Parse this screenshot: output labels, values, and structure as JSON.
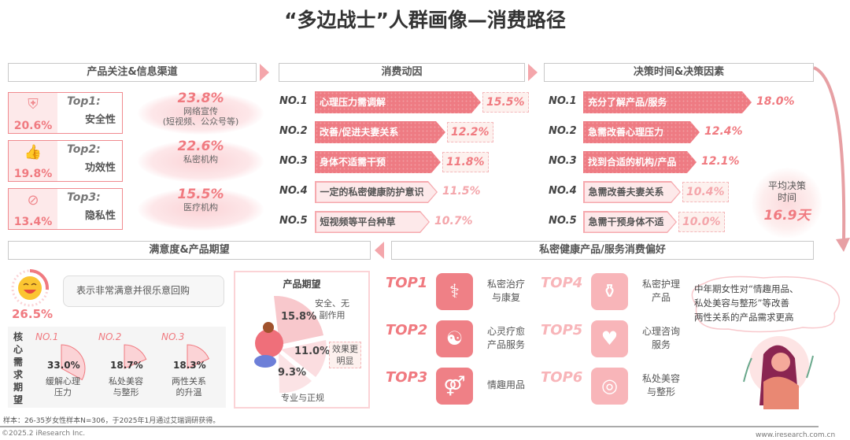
{
  "title": "“多边战士”人群画像—消费路径",
  "sections": {
    "focus": "产品关注&信息渠道",
    "motive": "消费动因",
    "decision": "决策时间&决策因素",
    "satisfaction": "满意度&产品期望",
    "preference": "私密健康产品/服务消费偏好"
  },
  "focus": [
    {
      "rank": "Top1:",
      "name": "安全性",
      "pct": "20.6%",
      "icon": "shield-icon",
      "channel_pct": "23.8%",
      "channel": "网络宣传",
      "channel_note": "(短视频、公众号等)"
    },
    {
      "rank": "Top2:",
      "name": "功效性",
      "pct": "19.8%",
      "icon": "thumbs-up-icon",
      "channel_pct": "22.6%",
      "channel": "私密机构"
    },
    {
      "rank": "Top3:",
      "name": "隐私性",
      "pct": "13.4%",
      "icon": "eye-slash-icon",
      "channel_pct": "15.5%",
      "channel": "医疗机构"
    }
  ],
  "motives": [
    {
      "no": "NO.1",
      "label": "心理压力需调解",
      "value": "15.5%"
    },
    {
      "no": "NO.2",
      "label": "改善/促进夫妻关系",
      "value": "12.2%"
    },
    {
      "no": "NO.3",
      "label": "身体不适需干预",
      "value": "11.8%"
    },
    {
      "no": "NO.4",
      "label": "一定的私密健康防护意识",
      "value": "11.5%"
    },
    {
      "no": "NO.5",
      "label": "短视频等平台种草",
      "value": "10.7%"
    }
  ],
  "decisions": [
    {
      "no": "NO.1",
      "label": "充分了解产品/服务",
      "value": "18.0%"
    },
    {
      "no": "NO.2",
      "label": "急需改善心理压力",
      "value": "12.4%"
    },
    {
      "no": "NO.3",
      "label": "找到合适的机构/产品",
      "value": "12.1%"
    },
    {
      "no": "NO.4",
      "label": "急需改善夫妻关系",
      "value": "10.4%"
    },
    {
      "no": "NO.5",
      "label": "急需干预身体不适",
      "value": "10.0%"
    }
  ],
  "avg_decision": {
    "label1": "平均决策",
    "label2": "时间",
    "value": "16.9天"
  },
  "satisfaction": {
    "pct": "26.5%",
    "fraction": 0.265,
    "bubble": "表示非常满意并很乐意回购"
  },
  "core_needs": {
    "title": [
      "核",
      "心",
      "需",
      "求",
      "期",
      "望"
    ],
    "items": [
      {
        "no": "NO.1",
        "value": "33.0%",
        "l1": "缓解心理",
        "l2": "压力"
      },
      {
        "no": "NO.2",
        "value": "18.7%",
        "l1": "私处美容",
        "l2": "与整形"
      },
      {
        "no": "NO.3",
        "value": "18.3%",
        "l1": "两性关系",
        "l2": "的升温"
      }
    ]
  },
  "expectation": {
    "title": "产品期望",
    "items": [
      {
        "value": "15.8%",
        "l1": "安全、无",
        "l2": "副作用"
      },
      {
        "value": "11.0%",
        "l1": "效果更",
        "l2": "明显"
      },
      {
        "value": "9.3%",
        "l1": "专业与正规"
      }
    ]
  },
  "preferences": [
    {
      "rank": "TOP1",
      "l1": "私密治疗",
      "l2": "与康复",
      "icon": "stethoscope-icon"
    },
    {
      "rank": "TOP2",
      "l1": "心灵疗愈",
      "l2": "产品服务",
      "icon": "meditation-icon"
    },
    {
      "rank": "TOP3",
      "l1": "情趣用品",
      "l2": "",
      "icon": "couple-icon"
    },
    {
      "rank": "TOP4",
      "l1": "私密护理",
      "l2": "产品",
      "icon": "lotion-bottle-icon"
    },
    {
      "rank": "TOP5",
      "l1": "心理咨询",
      "l2": "服务",
      "icon": "broken-heart-icon"
    },
    {
      "rank": "TOP6",
      "l1": "私处美容",
      "l2": "与整形",
      "icon": "aesthetic-icon"
    }
  ],
  "thought": {
    "l1": "中年期女性对“情趣用品、",
    "l2": "私处美容与整形”等改善",
    "l3": "两性关系的产品需求更高"
  },
  "footer": {
    "sample": "样本：26-35岁女性样本N=306，于2025年1月通过艾瑞调研获得。",
    "copyright": "©2025.2 iResearch Inc.",
    "url": "www.iresearch.com.cn"
  },
  "colors": {
    "accent": "#ee7b83",
    "light": "#fde9ea"
  }
}
